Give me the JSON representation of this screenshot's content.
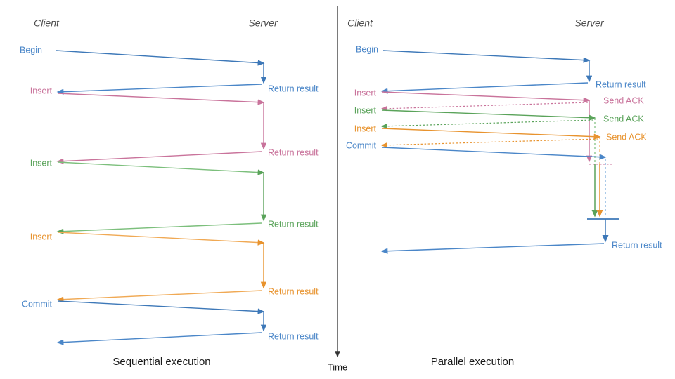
{
  "figure": {
    "time_axis_label": "Time",
    "divider": true
  },
  "colors": {
    "blue": "#4a86c8",
    "blue_dark": "#3d78b8",
    "pink": "#c9739b",
    "green": "#5aa35a",
    "green_light": "#7cbf7c",
    "orange": "#e8932e",
    "orange_light": "#f0a954",
    "axis": "#333333",
    "actor": "#4d4d4d",
    "caption": "#1a1a1a"
  },
  "panels": [
    {
      "id": "sequential",
      "caption": "Sequential execution",
      "actors": {
        "client": "Client",
        "server": "Server"
      },
      "messages": [
        {
          "label": "Begin",
          "color": "blue",
          "dir": "request",
          "style": "solid"
        },
        {
          "label": "Return result",
          "color": "blue",
          "dir": "response",
          "style": "solid"
        },
        {
          "label": "Insert",
          "color": "pink",
          "dir": "request",
          "style": "solid"
        },
        {
          "label": "Return result",
          "color": "pink",
          "dir": "response",
          "style": "solid"
        },
        {
          "label": "Insert",
          "color": "green",
          "dir": "request",
          "style": "solid"
        },
        {
          "label": "Return result",
          "color": "green",
          "dir": "response",
          "style": "solid"
        },
        {
          "label": "Insert",
          "color": "orange",
          "dir": "request",
          "style": "solid"
        },
        {
          "label": "Return result",
          "color": "orange",
          "dir": "response",
          "style": "solid"
        },
        {
          "label": "Commit",
          "color": "blue",
          "dir": "request",
          "style": "solid"
        },
        {
          "label": "Return result",
          "color": "blue",
          "dir": "response",
          "style": "solid"
        }
      ]
    },
    {
      "id": "parallel",
      "caption": "Parallel execution",
      "actors": {
        "client": "Client",
        "server": "Server"
      },
      "messages": [
        {
          "label": "Begin",
          "color": "blue",
          "dir": "request",
          "style": "solid"
        },
        {
          "label": "Return result",
          "color": "blue",
          "dir": "response",
          "style": "solid"
        },
        {
          "label": "Insert",
          "color": "pink",
          "dir": "request",
          "style": "solid"
        },
        {
          "label": "Send ACK",
          "color": "pink",
          "dir": "response",
          "style": "dashed"
        },
        {
          "label": "Insert",
          "color": "green",
          "dir": "request",
          "style": "solid"
        },
        {
          "label": "Send ACK",
          "color": "green",
          "dir": "response",
          "style": "dashed"
        },
        {
          "label": "Insert",
          "color": "orange",
          "dir": "request",
          "style": "solid"
        },
        {
          "label": "Send ACK",
          "color": "orange",
          "dir": "response",
          "style": "dashed"
        },
        {
          "label": "Commit",
          "color": "blue",
          "dir": "request",
          "style": "solid"
        },
        {
          "label": "Return result",
          "color": "blue",
          "dir": "response",
          "style": "solid"
        }
      ]
    }
  ],
  "left_panel_text": {
    "client": "Client",
    "server": "Server",
    "begin": "Begin",
    "insert_1": "Insert",
    "insert_2": "Insert",
    "insert_3": "Insert",
    "commit": "Commit",
    "return_1": "Return result",
    "return_2": "Return result",
    "return_3": "Return result",
    "return_4": "Return result",
    "return_5": "Return result",
    "caption": "Sequential execution"
  },
  "right_panel_text": {
    "client": "Client",
    "server": "Server",
    "begin": "Begin",
    "insert_1": "Insert",
    "insert_2": "Insert",
    "insert_3": "Insert",
    "commit": "Commit",
    "return_1": "Return result",
    "ack_1": "Send ACK",
    "ack_2": "Send ACK",
    "ack_3": "Send ACK",
    "return_2": "Return result",
    "caption": "Parallel execution"
  }
}
